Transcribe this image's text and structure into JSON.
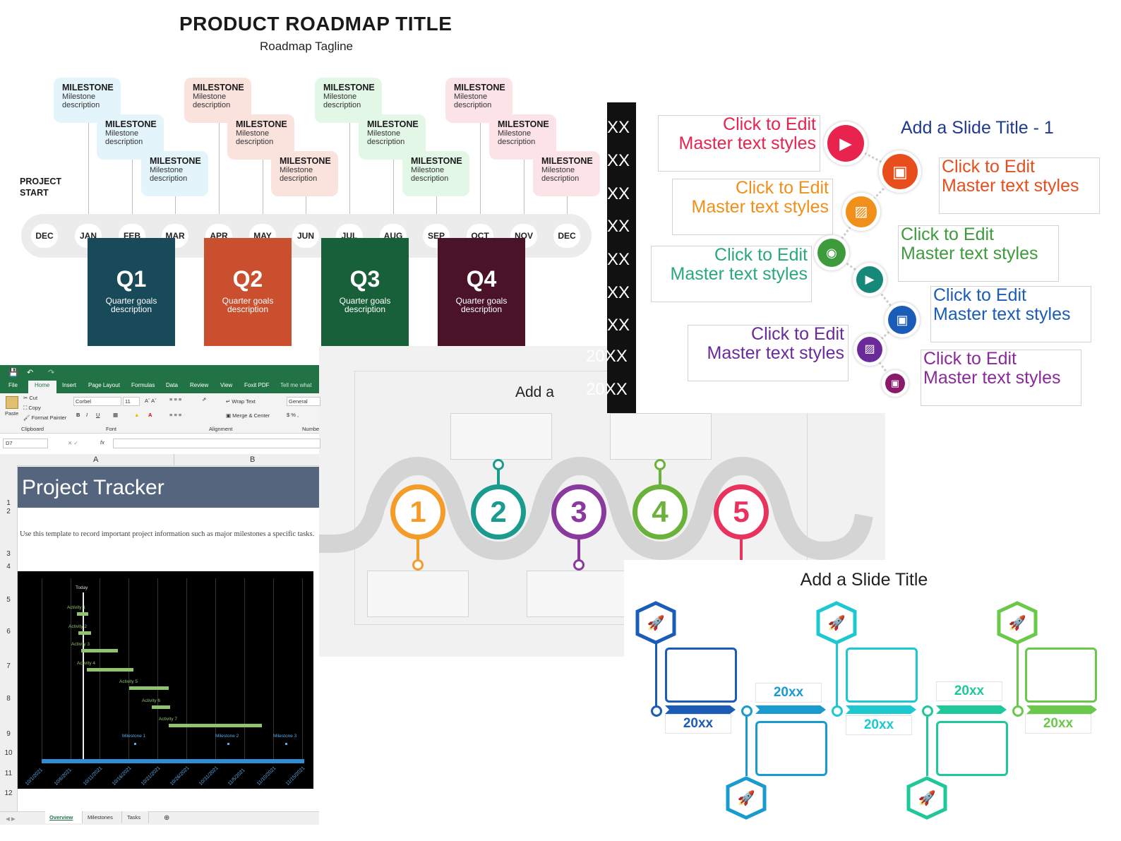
{
  "roadmap": {
    "title": "PRODUCT ROADMAP TITLE",
    "tagline": "Roadmap Tagline",
    "project_start": "PROJECT\nSTART",
    "milestone_title": "MILESTONE",
    "milestone_desc": "Milestone\ndescription",
    "months": [
      "DEC",
      "JAN",
      "FEB",
      "MAR",
      "APR",
      "MAY",
      "JUN",
      "JUL",
      "AUG",
      "SEP",
      "OCT",
      "NOV",
      "DEC"
    ],
    "quarters": [
      {
        "label": "Q1",
        "desc": "Quarter goals\ndescription",
        "color": "#184a5a"
      },
      {
        "label": "Q2",
        "desc": "Quarter goals\ndescription",
        "color": "#c94f2f"
      },
      {
        "label": "Q3",
        "desc": "Quarter goals\ndescription",
        "color": "#17603a"
      },
      {
        "label": "Q4",
        "desc": "Quarter goals\ndescription",
        "color": "#4a1328"
      }
    ],
    "milestone_colors": [
      "#e3f4fb",
      "#fbe3dd",
      "#e2f7e6",
      "#fbe3e8"
    ]
  },
  "steps": {
    "title_fragment": "Add a",
    "numbers": [
      "1",
      "2",
      "3",
      "4",
      "5"
    ],
    "colors": [
      "#f59b2a",
      "#1a9b8e",
      "#8a3a9e",
      "#6ab23a",
      "#e8335f"
    ]
  },
  "circles": {
    "title": "Add a Slide Title - 1",
    "years": [
      "XX",
      "XX",
      "XX",
      "XX",
      "XX",
      "XX",
      "XX",
      "20XX",
      "20XX"
    ],
    "item_text": "Click to Edit\nMaster text styles",
    "colors": [
      "#e8244e",
      "#e84e1c",
      "#f0901a",
      "#3e9b3c",
      "#15887a",
      "#1a5cb8",
      "#6a2a9a",
      "#8a1a6a"
    ]
  },
  "excel": {
    "qat": [
      "Save",
      "Undo",
      "Redo"
    ],
    "tabs": [
      "File",
      "Home",
      "Insert",
      "Page Layout",
      "Formulas",
      "Data",
      "Review",
      "View",
      "Foxit PDF",
      "Tell me what"
    ],
    "clipboard": {
      "cut": "Cut",
      "copy": "Copy",
      "format_painter": "Format Painter",
      "paste": "Paste",
      "group": "Clipboard"
    },
    "font": {
      "name": "Corbel",
      "size": "11",
      "group": "Font"
    },
    "alignment": {
      "wrap": "Wrap Text",
      "merge": "Merge & Center",
      "group": "Alignment"
    },
    "number": {
      "format": "General",
      "group": "Numbe"
    },
    "namebox": "D7",
    "fx": "fx",
    "col_a": "A",
    "col_b": "B",
    "sheet_title": "Project Tracker",
    "description": "Use this template to record important project information such as major milestones a specific tasks.",
    "rows": [
      "1",
      "2",
      "3",
      "4",
      "5",
      "6",
      "7",
      "8",
      "9",
      "10",
      "11",
      "12"
    ],
    "today": "Today",
    "activities": [
      "Activity 1",
      "Activity 2",
      "Activity 3",
      "Activity 4",
      "Activity 5",
      "Activity 6",
      "Activity 7"
    ],
    "milestones": [
      "Milestone 1",
      "Milestone 2",
      "Milestone 3"
    ],
    "dates": [
      "10/1/2021",
      "10/6/2021",
      "10/11/2021",
      "10/16/2021",
      "10/21/2021",
      "10/26/2021",
      "10/31/2021",
      "11/5/2021",
      "11/10/2021",
      "11/15/2021"
    ],
    "sheet_tabs": [
      "Overview",
      "Milestones",
      "Tasks"
    ]
  },
  "timeline": {
    "title": "Add a Slide Title",
    "year_label": "20xx",
    "colors": [
      "#1a5cb8",
      "#1a9bd0",
      "#1ec8d0",
      "#1ec89a",
      "#6ac84a"
    ]
  }
}
